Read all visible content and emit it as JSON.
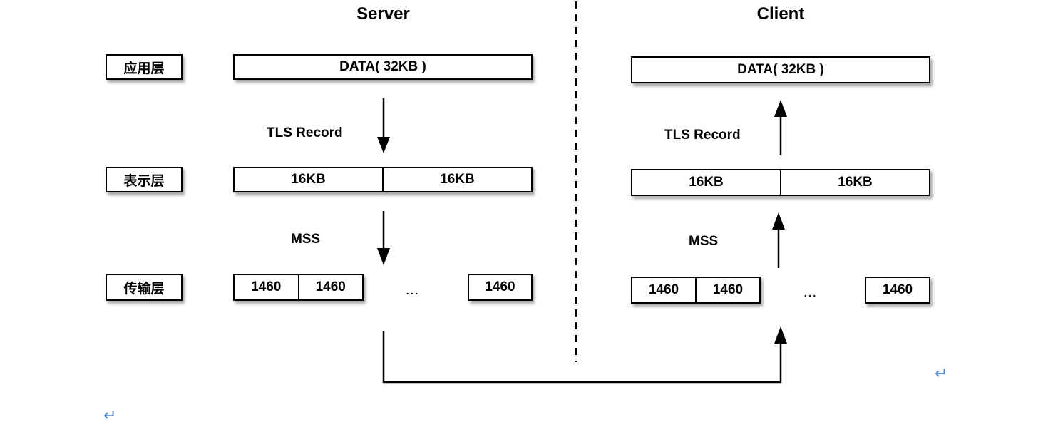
{
  "titles": {
    "server": "Server",
    "client": "Client"
  },
  "layers": {
    "application": "应用层",
    "presentation": "表示层",
    "transport": "传输层"
  },
  "server": {
    "data_box": "DATA( 32KB )",
    "tls_label": "TLS Record",
    "records": [
      "16KB",
      "16KB"
    ],
    "mss_label": "MSS",
    "segments": [
      "1460",
      "1460"
    ],
    "ellipsis": "…",
    "last_segment": "1460"
  },
  "client": {
    "data_box": "DATA( 32KB )",
    "tls_label": "TLS Record",
    "records": [
      "16KB",
      "16KB"
    ],
    "mss_label": "MSS",
    "segments": [
      "1460",
      "1460"
    ],
    "ellipsis": "…",
    "last_segment": "1460"
  },
  "return_mark": "↵"
}
